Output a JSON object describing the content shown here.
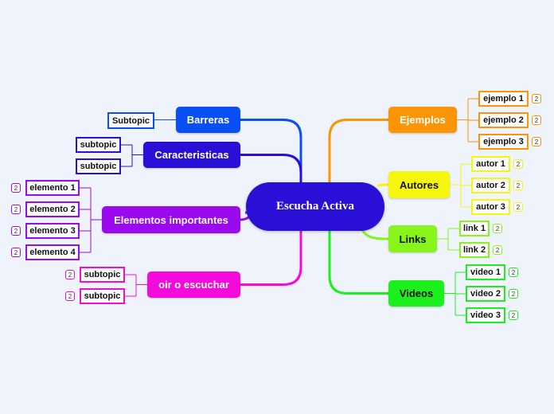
{
  "central": {
    "label": "Escucha Activa",
    "color": "#2a0fd6"
  },
  "branches": {
    "barreras": {
      "label": "Barreras",
      "color": "#0a4ef5",
      "subtopics": [
        {
          "label": "Subtopic"
        }
      ]
    },
    "caracteristicas": {
      "label": "Caracteristicas",
      "color": "#2a0fd6",
      "subtopics": [
        {
          "label": "subtopic"
        },
        {
          "label": "subtopic"
        }
      ]
    },
    "elementos": {
      "label": "Elementos importantes",
      "color": "#9b09ee",
      "subtopics": [
        {
          "label": "elemento 1",
          "badge": "2"
        },
        {
          "label": "elemento 2",
          "badge": "2"
        },
        {
          "label": "elemento 3",
          "badge": "2"
        },
        {
          "label": "elemento 4",
          "badge": "2"
        }
      ]
    },
    "oir": {
      "label": "oir o escuchar",
      "color": "#f40bdc",
      "subtopics": [
        {
          "label": "subtopic",
          "badge": "2"
        },
        {
          "label": "subtopic",
          "badge": "2"
        }
      ]
    },
    "ejemplos": {
      "label": "Ejemplos",
      "color": "#fb9505",
      "subtopics": [
        {
          "label": "ejemplo 1",
          "badge": "2"
        },
        {
          "label": "ejemplo 2",
          "badge": "2"
        },
        {
          "label": "ejemplo 3",
          "badge": "2"
        }
      ]
    },
    "autores": {
      "label": "Autores",
      "color": "#f5f50d",
      "subtopics": [
        {
          "label": "autor 1",
          "badge": "2"
        },
        {
          "label": "autor 2",
          "badge": "2"
        },
        {
          "label": "autor 3",
          "badge": "2"
        }
      ]
    },
    "links": {
      "label": "Links",
      "color": "#87f51a",
      "subtopics": [
        {
          "label": "link 1",
          "badge": "2"
        },
        {
          "label": "link 2",
          "badge": "2"
        }
      ]
    },
    "videos": {
      "label": "Videos",
      "color": "#1cf01c",
      "subtopics": [
        {
          "label": "video 1",
          "badge": "2"
        },
        {
          "label": "video 2",
          "badge": "2"
        },
        {
          "label": "video 3",
          "badge": "2"
        }
      ]
    }
  }
}
